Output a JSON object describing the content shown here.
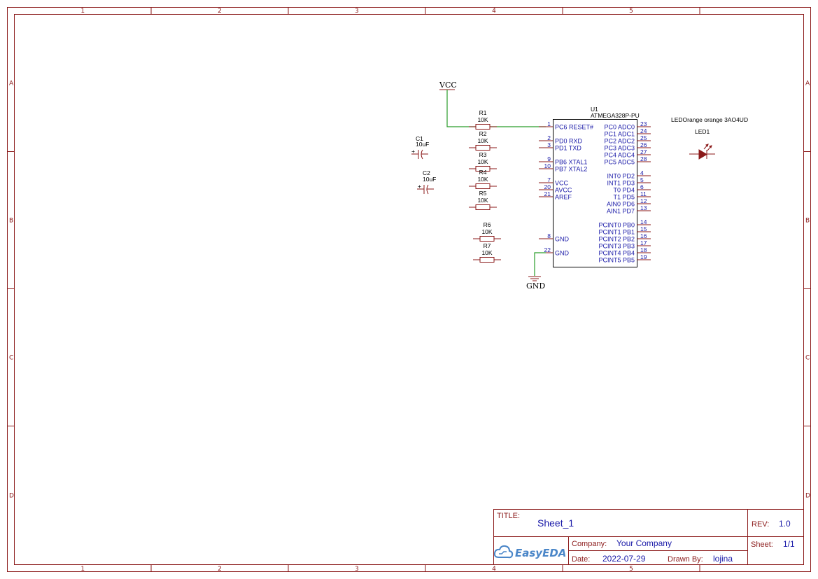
{
  "zones": {
    "columns": [
      "1",
      "2",
      "3",
      "4",
      "5"
    ],
    "rows": [
      "A",
      "B",
      "C",
      "D"
    ]
  },
  "nets": {
    "vcc": "VCC",
    "gnd": "GND"
  },
  "capacitors": [
    {
      "ref": "C1",
      "value": "10uF"
    },
    {
      "ref": "C2",
      "value": "10uF"
    }
  ],
  "resistors": [
    {
      "ref": "R1",
      "value": "10K"
    },
    {
      "ref": "R2",
      "value": "10K"
    },
    {
      "ref": "R3",
      "value": "10K"
    },
    {
      "ref": "R4",
      "value": "10K"
    },
    {
      "ref": "R5",
      "value": "10K"
    },
    {
      "ref": "R6",
      "value": "10K"
    },
    {
      "ref": "R7",
      "value": "10K"
    }
  ],
  "u1": {
    "ref": "U1",
    "part": "ATMEGA328P-PU",
    "left_pins": [
      {
        "num": "1",
        "name": "PC6 RESET#"
      },
      {
        "num": "2",
        "name": "PD0 RXD"
      },
      {
        "num": "3",
        "name": "PD1 TXD"
      },
      {
        "num": "9",
        "name": "PB6 XTAL1"
      },
      {
        "num": "10",
        "name": "PB7 XTAL2"
      },
      {
        "num": "7",
        "name": "VCC"
      },
      {
        "num": "20",
        "name": "AVCC"
      },
      {
        "num": "21",
        "name": "AREF"
      },
      {
        "num": "8",
        "name": "GND"
      },
      {
        "num": "22",
        "name": "GND"
      }
    ],
    "right_pins": [
      {
        "num": "23",
        "name": "PC0 ADC0"
      },
      {
        "num": "24",
        "name": "PC1 ADC1"
      },
      {
        "num": "25",
        "name": "PC2 ADC2"
      },
      {
        "num": "26",
        "name": "PC3 ADC3"
      },
      {
        "num": "27",
        "name": "PC4 ADC4"
      },
      {
        "num": "28",
        "name": "PC5 ADC5"
      },
      {
        "num": "4",
        "name": "INT0 PD2"
      },
      {
        "num": "5",
        "name": "INT1 PD3"
      },
      {
        "num": "6",
        "name": "T0 PD4"
      },
      {
        "num": "11",
        "name": "T1 PD5"
      },
      {
        "num": "12",
        "name": "AIN0 PD6"
      },
      {
        "num": "13",
        "name": "AIN1 PD7"
      },
      {
        "num": "14",
        "name": "PCINT0 PB0"
      },
      {
        "num": "15",
        "name": "PCINT1 PB1"
      },
      {
        "num": "16",
        "name": "PCINT2 PB2"
      },
      {
        "num": "17",
        "name": "PCINT3 PB3"
      },
      {
        "num": "18",
        "name": "PCINT4 PB4"
      },
      {
        "num": "19",
        "name": "PCINT5 PB5"
      }
    ]
  },
  "led": {
    "ref": "LED1",
    "value": "LEDOrange orange 3AO4UD"
  },
  "title_block": {
    "title_label": "TITLE:",
    "title": "Sheet_1",
    "rev_label": "REV:",
    "rev": "1.0",
    "company_label": "Company:",
    "company": "Your Company",
    "sheet_label": "Sheet:",
    "sheet": "1/1",
    "date_label": "Date:",
    "date": "2022-07-29",
    "drawn_by_label": "Drawn By:",
    "drawn_by": "lojina",
    "logo": "EasyEDA"
  },
  "colors": {
    "frame": "#8b1a1a",
    "wire": "#2a9d2a",
    "text": "#1a1aa8",
    "logo": "#4a86c8"
  }
}
